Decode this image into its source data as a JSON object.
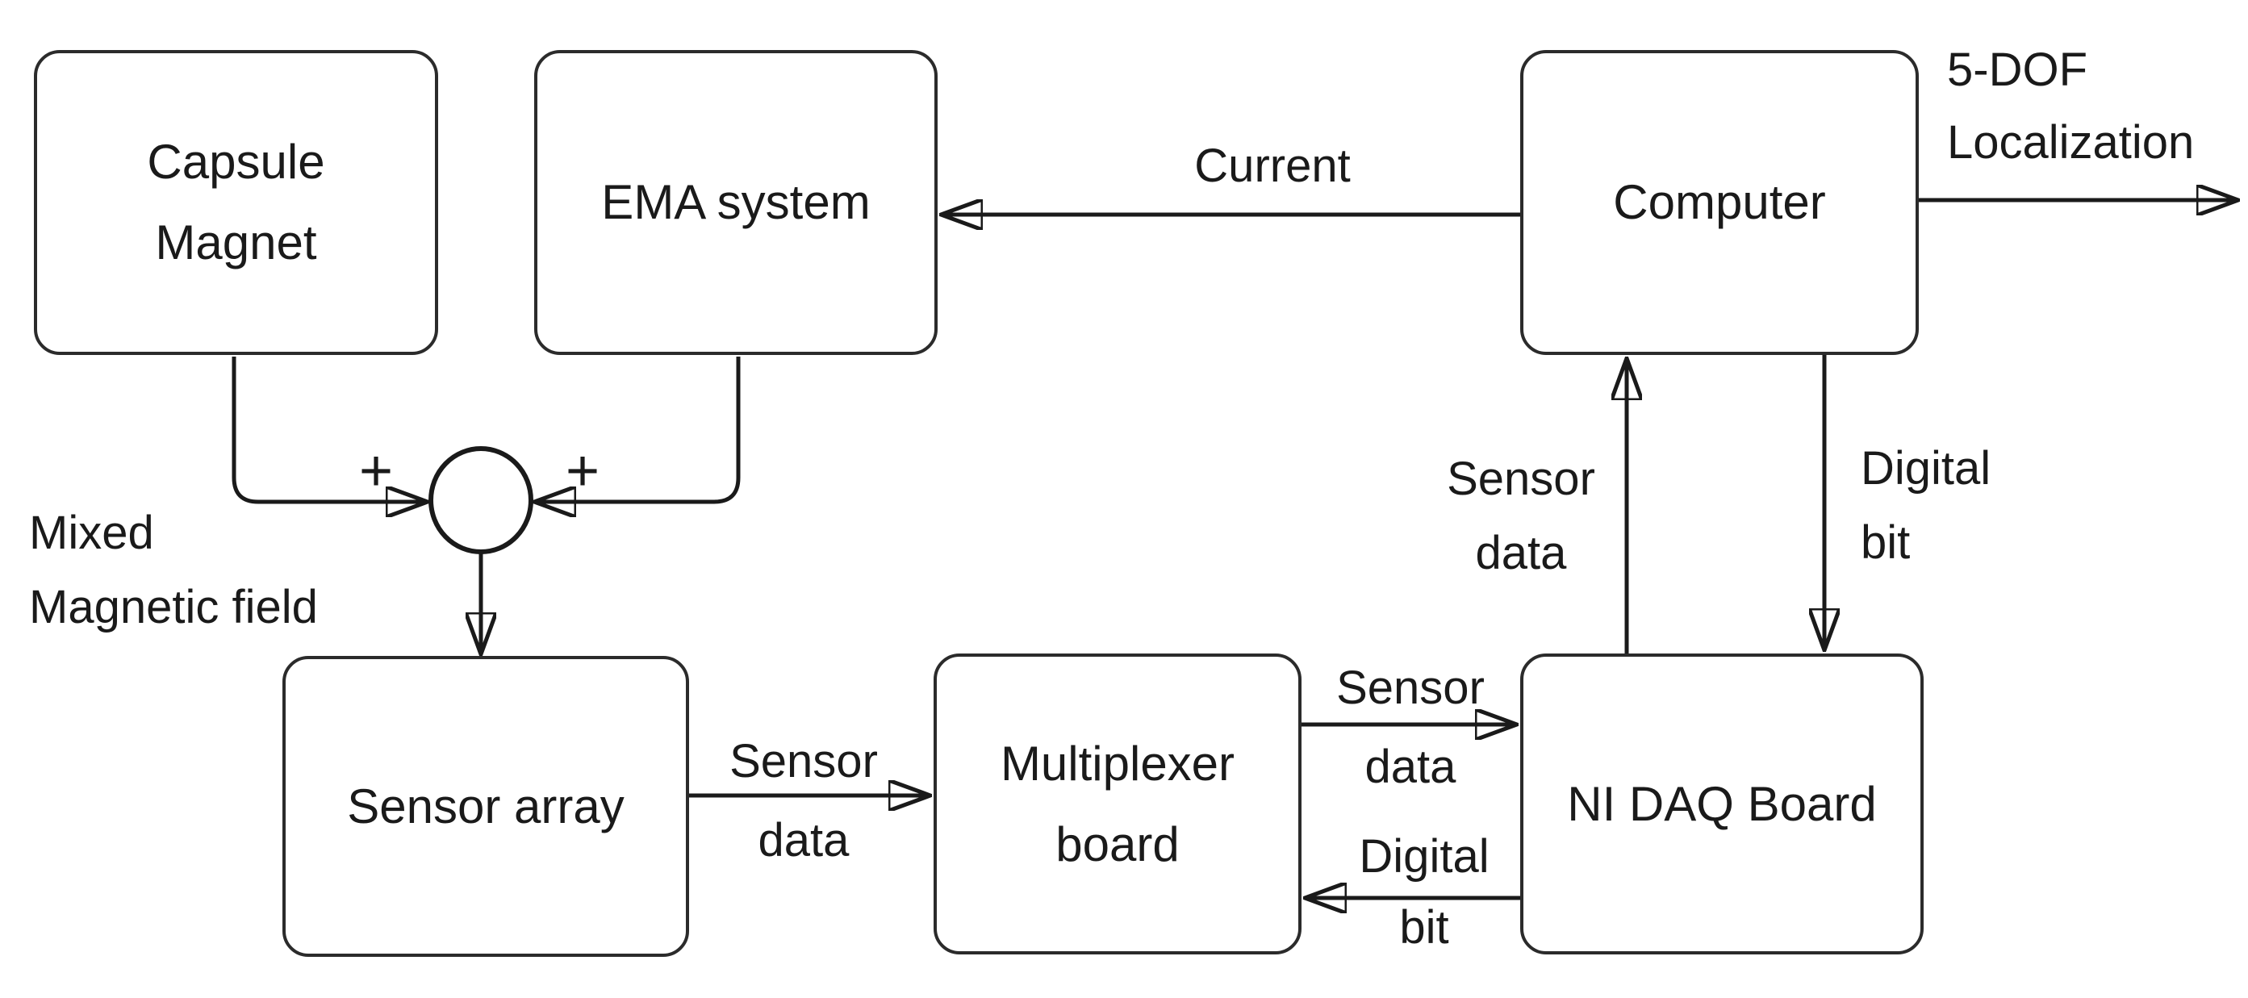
{
  "colors": {
    "background": "#ffffff",
    "line": "#1a1a1a",
    "text": "#1a1a1a",
    "box_fill": "#ffffff",
    "box_border": "#2b2b2b"
  },
  "boxes": {
    "capsule_magnet": {
      "line1": "Capsule",
      "line2": "Magnet"
    },
    "ema_system": {
      "label": "EMA system"
    },
    "computer": {
      "label": "Computer"
    },
    "sensor_array": {
      "label": "Sensor array"
    },
    "multiplexer_board": {
      "line1": "Multiplexer",
      "line2": "board"
    },
    "ni_daq_board": {
      "label": "NI DAQ Board"
    }
  },
  "labels": {
    "current": "Current",
    "five_dof": {
      "line1": "5-DOF",
      "line2": "Localization"
    },
    "mixed_field": {
      "line1": "Mixed",
      "line2": "Magnetic field"
    },
    "sensor_data": {
      "line1": "Sensor",
      "line2": "data"
    },
    "digital_bit": {
      "line1": "Digital",
      "line2": "bit"
    },
    "plus_left": "+",
    "plus_right": "+"
  },
  "edges": [
    {
      "from": "Capsule Magnet",
      "to": "summing junction",
      "label": "+"
    },
    {
      "from": "EMA system",
      "to": "summing junction",
      "label": "+"
    },
    {
      "from": "summing junction",
      "to": "Sensor array",
      "label": "Mixed Magnetic field"
    },
    {
      "from": "Sensor array",
      "to": "Multiplexer board",
      "label": "Sensor data"
    },
    {
      "from": "Multiplexer board",
      "to": "NI DAQ Board",
      "label": "Sensor data"
    },
    {
      "from": "NI DAQ Board",
      "to": "Multiplexer board",
      "label": "Digital bit"
    },
    {
      "from": "NI DAQ Board",
      "to": "Computer",
      "label": "Sensor data"
    },
    {
      "from": "Computer",
      "to": "NI DAQ Board",
      "label": "Digital bit"
    },
    {
      "from": "Computer",
      "to": "EMA system",
      "label": "Current"
    },
    {
      "from": "Computer",
      "to": "output",
      "label": "5-DOF Localization"
    }
  ]
}
